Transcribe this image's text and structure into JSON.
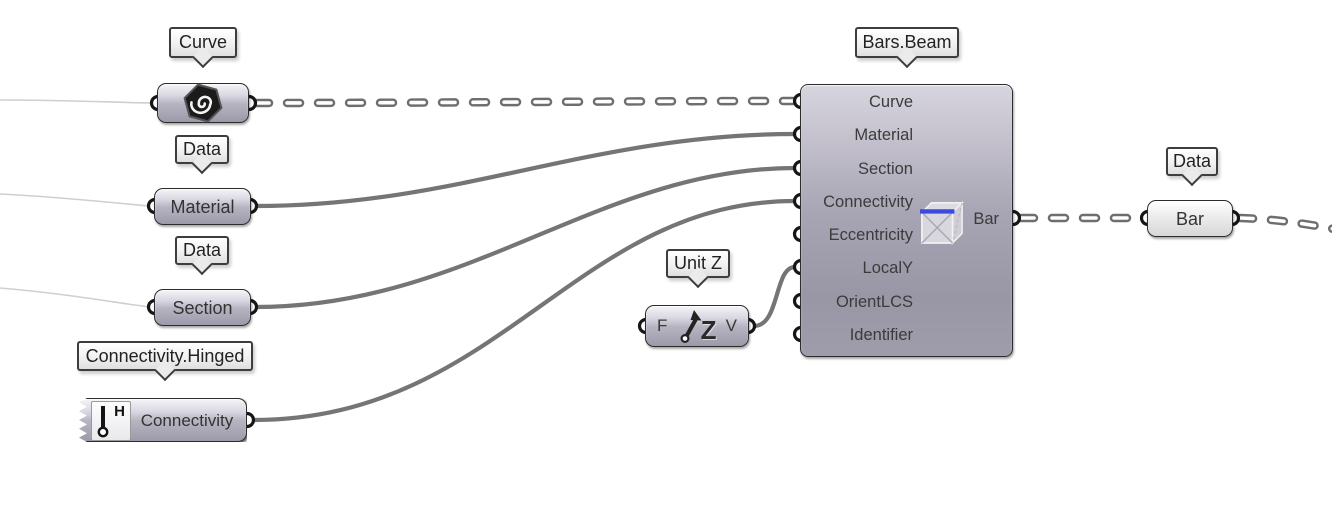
{
  "balloons": {
    "curve": "Curve",
    "material": "Data",
    "section": "Data",
    "connectivity": "Connectivity.Hinged",
    "unitz": "Unit Z",
    "beam": "Bars.Beam",
    "bar": "Data"
  },
  "params": {
    "material": "Material",
    "section": "Section",
    "connectivity": "Connectivity",
    "bar": "Bar"
  },
  "unitz": {
    "input_label": "F",
    "output_label": "V",
    "icon_letter": "Z"
  },
  "connectivity_icon": {
    "letter": "H"
  },
  "beam": {
    "inputs": [
      "Curve",
      "Material",
      "Section",
      "Connectivity",
      "Eccentricity",
      "LocalY",
      "OrientLCS",
      "Identifier"
    ],
    "output": "Bar"
  },
  "icons": {
    "curve": "curve-spiral-hexagon-icon",
    "beam": "beam-cube-icon",
    "connectivity": "hinged-pin-icon",
    "unitz": "unit-z-vector-icon"
  },
  "colors": {
    "beam_accent_blue": "#3d4ae0",
    "solid_wire": "#757575",
    "dashed_wire_outline": "#6e6e6e",
    "faint_wire": "#cfcfcf",
    "port_ring": "#161616"
  }
}
